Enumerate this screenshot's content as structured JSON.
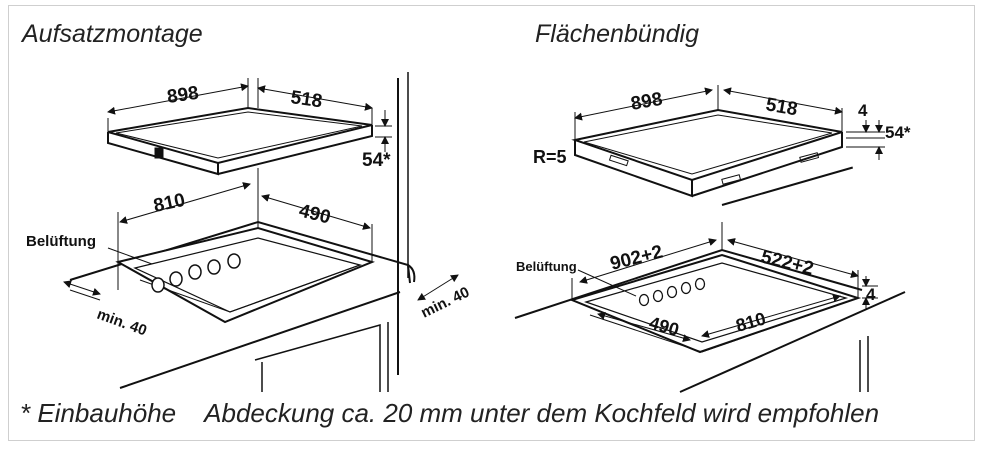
{
  "titles": {
    "left": "Aufsatzmontage",
    "right": "Flächenbündig"
  },
  "left": {
    "top_width": "898",
    "top_depth": "518",
    "height": "54*",
    "cut_width": "810",
    "cut_depth": "490",
    "vent_label": "Belüftung",
    "min_front": "min. 40",
    "min_side": "min. 40"
  },
  "right": {
    "top_width": "898",
    "top_depth": "518",
    "edge": "4",
    "height": "54*",
    "radius": "R=5",
    "cut_width": "902+2",
    "cut_depth": "522+2",
    "step": "4",
    "vent_label": "Belüftung",
    "inner_depth": "490",
    "inner_width": "810"
  },
  "footer": {
    "note1": "* Einbauhöhe",
    "note2": "Abdeckung ca. 20 mm unter dem Kochfeld wird empfohlen"
  }
}
